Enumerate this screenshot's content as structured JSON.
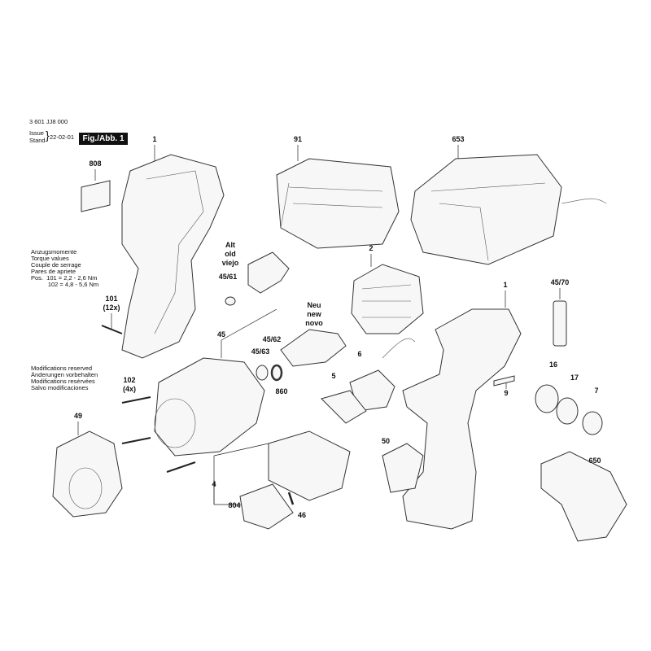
{
  "header": {
    "part_number": "3 601 JJ8 000",
    "issue_label": "Issue",
    "stand_label": "Stand",
    "date": "22-02-01",
    "figure": "Fig./Abb. 1"
  },
  "torque_note": {
    "lines": [
      "Anzugsmomente",
      "Torque values",
      "Couple de serrage",
      "Pares de apriete",
      "Pos.  101 = 2,2 - 2,6 Nm",
      "          102 = 4,8 - 5,6 Nm"
    ]
  },
  "modifications_note": {
    "lines": [
      "Modifications reserved",
      "Änderungen vorbehalten",
      "Modifications resérvées",
      "Salvo modificaciones"
    ]
  },
  "alt_label": [
    "Alt",
    "old",
    "viejo"
  ],
  "neu_label": [
    "Neu",
    "new",
    "novo"
  ],
  "parts": [
    {
      "id": "1a",
      "label": "1"
    },
    {
      "id": "808",
      "label": "808"
    },
    {
      "id": "91",
      "label": "91"
    },
    {
      "id": "653",
      "label": "653"
    },
    {
      "id": "45/61",
      "label": "45/61"
    },
    {
      "id": "2",
      "label": "2"
    },
    {
      "id": "45/70",
      "label": "45/70"
    },
    {
      "id": "1b",
      "label": "1"
    },
    {
      "id": "101",
      "label": "101\n(12x)"
    },
    {
      "id": "45",
      "label": "45"
    },
    {
      "id": "45/62",
      "label": "45/62"
    },
    {
      "id": "45/63",
      "label": "45/63"
    },
    {
      "id": "860",
      "label": "860"
    },
    {
      "id": "6",
      "label": "6"
    },
    {
      "id": "16",
      "label": "16"
    },
    {
      "id": "17",
      "label": "17"
    },
    {
      "id": "7",
      "label": "7"
    },
    {
      "id": "5",
      "label": "5"
    },
    {
      "id": "9",
      "label": "9"
    },
    {
      "id": "102",
      "label": "102\n(4x)"
    },
    {
      "id": "49",
      "label": "49"
    },
    {
      "id": "50",
      "label": "50"
    },
    {
      "id": "650",
      "label": "650"
    },
    {
      "id": "4",
      "label": "4"
    },
    {
      "id": "804",
      "label": "804"
    },
    {
      "id": "46",
      "label": "46"
    }
  ]
}
